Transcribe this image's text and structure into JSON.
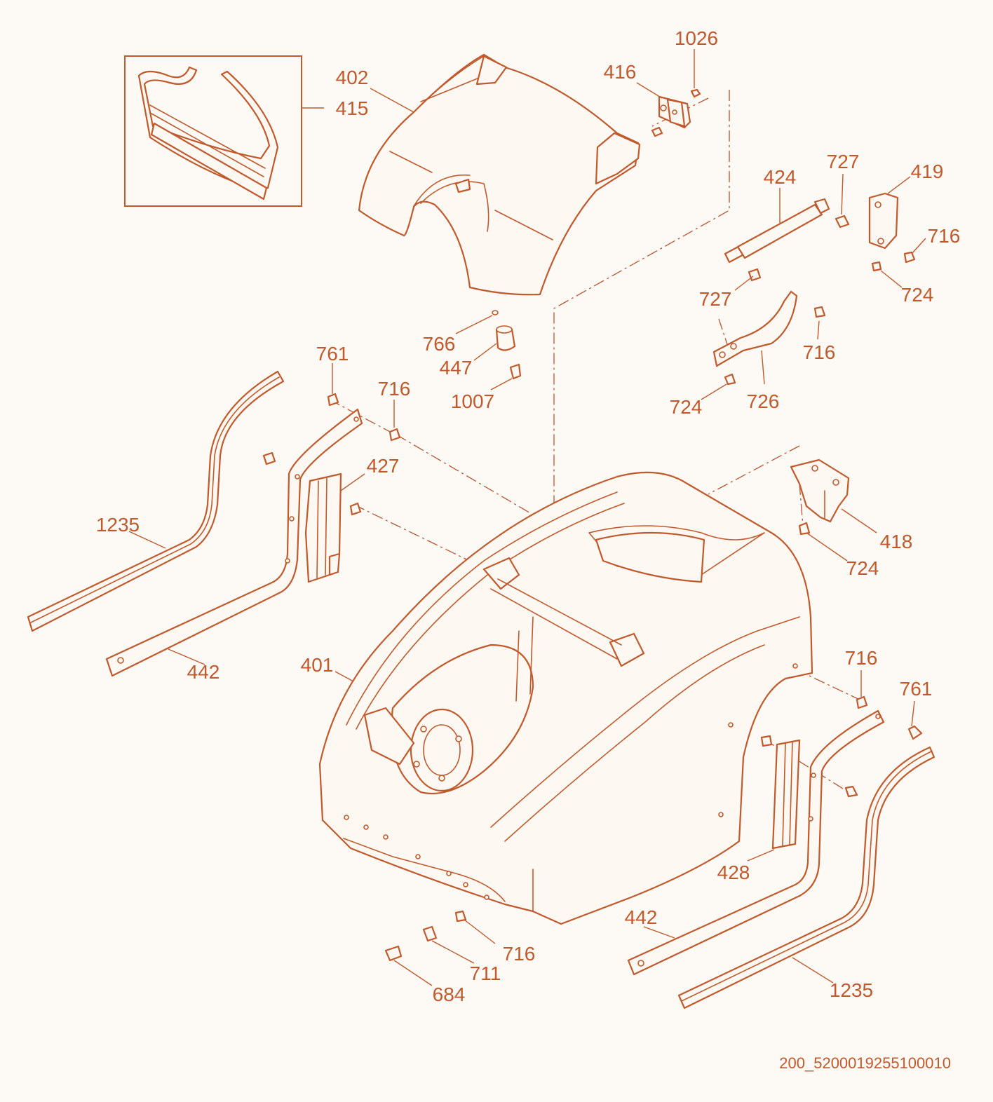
{
  "callouts": {
    "c1026": "1026",
    "c416": "416",
    "c402": "402",
    "c415": "415",
    "c727a": "727",
    "c419": "419",
    "c424": "424",
    "c716a": "716",
    "c724a": "724",
    "c727b": "727",
    "c716b": "716",
    "c766": "766",
    "c447": "447",
    "c1007": "1007",
    "c761a": "761",
    "c716c": "716",
    "c724b": "724",
    "c726": "726",
    "c427": "427",
    "c1235a": "1235",
    "c418": "418",
    "c724c": "724",
    "c442a": "442",
    "c401": "401",
    "c716d": "716",
    "c761b": "761",
    "c428": "428",
    "c442b": "442",
    "c716e": "716",
    "c711": "711",
    "c684": "684",
    "c1235b": "1235"
  },
  "drawing_code": "200_5200019255100010",
  "colors": {
    "line": "#c05a2c",
    "background": "#fdf9f4"
  }
}
